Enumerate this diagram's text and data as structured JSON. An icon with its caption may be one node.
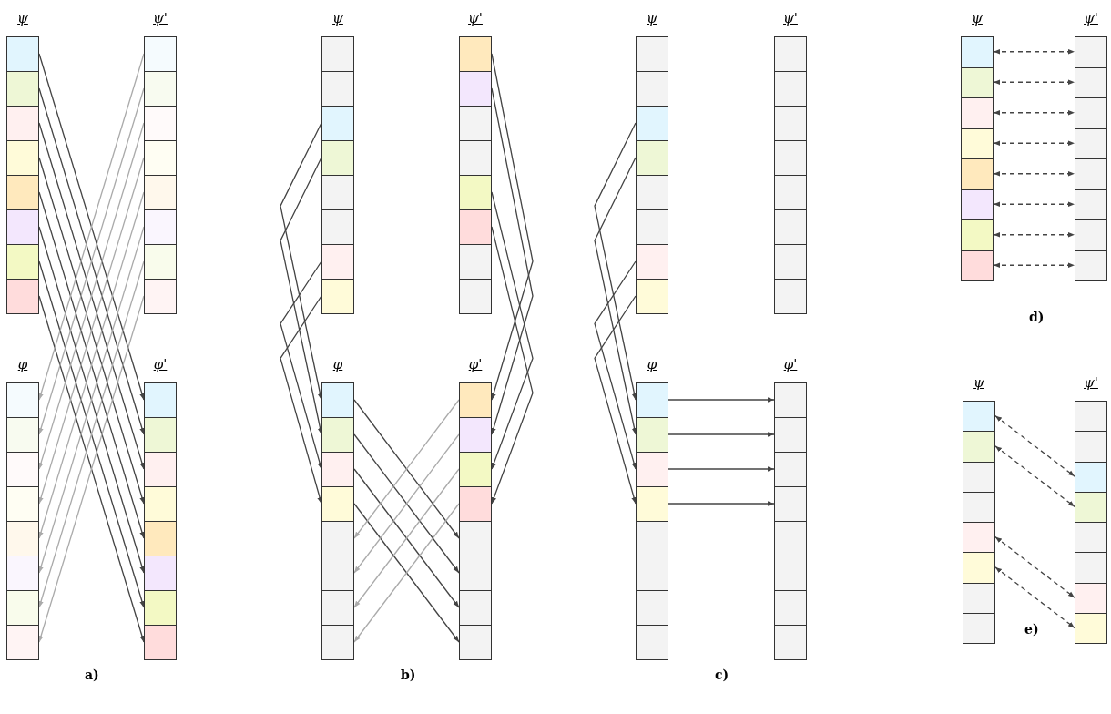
{
  "diagram": {
    "nodes": [
      {
        "text": [
          "ψ"
        ]
      },
      {
        "text": [],
        "shape": "box",
        "in": 0
      },
      {
        "text": [],
        "shape": "box",
        "in": 0
      },
      {
        "text": [],
        "shape": "box",
        "in": 0
      },
      {
        "text": [],
        "shape": "box",
        "in": 0
      },
      {
        "text": [],
        "shape": "box",
        "in": 0
      },
      {
        "text": [],
        "shape": "box",
        "in": 0
      },
      {
        "text": [],
        "shape": "box",
        "in": 0
      },
      {
        "text": [],
        "shape": "box",
        "in": 0
      },
      {
        "text": [
          "ψ'"
        ]
      },
      {
        "text": [],
        "shape": "box",
        "in": 9
      },
      {
        "text": [],
        "shape": "box",
        "in": 9
      },
      {
        "text": [],
        "shape": "box",
        "in": 9
      },
      {
        "text": [],
        "shape": "box",
        "in": 9
      },
      {
        "text": [],
        "shape": "box",
        "in": 9
      },
      {
        "text": [],
        "shape": "box",
        "in": 9
      },
      {
        "text": [],
        "shape": "box",
        "in": 9
      },
      {
        "text": [],
        "shape": "box",
        "in": 9
      },
      {
        "text": [
          "φ"
        ]
      },
      {
        "text": [],
        "shape": "box",
        "in": 18
      },
      {
        "text": [],
        "shape": "box",
        "in": 18
      },
      {
        "text": [],
        "shape": "box",
        "in": 18
      },
      {
        "text": [],
        "shape": "box",
        "in": 18
      },
      {
        "text": [],
        "shape": "box",
        "in": 18
      },
      {
        "text": [],
        "shape": "box",
        "in": 18
      },
      {
        "text": [],
        "shape": "box",
        "in": 18
      },
      {
        "text": [],
        "shape": "box",
        "in": 18
      },
      {
        "text": [
          "φ'"
        ]
      },
      {
        "text": [],
        "shape": "box",
        "in": 27
      },
      {
        "text": [],
        "shape": "box",
        "in": 27
      },
      {
        "text": [],
        "shape": "box",
        "in": 27
      },
      {
        "text": [],
        "shape": "box",
        "in": 27
      },
      {
        "text": [],
        "shape": "box",
        "in": 27
      },
      {
        "text": [],
        "shape": "box",
        "in": 27
      },
      {
        "text": [],
        "shape": "box",
        "in": 27
      },
      {
        "text": [],
        "shape": "box",
        "in": 27
      },
      {
        "text": [
          "ψ"
        ]
      },
      {
        "text": [],
        "shape": "box",
        "in": 36
      },
      {
        "text": [],
        "shape": "box",
        "in": 36
      },
      {
        "text": [],
        "shape": "box",
        "in": 36
      },
      {
        "text": [],
        "shape": "box",
        "in": 36
      },
      {
        "text": [],
        "shape": "box",
        "in": 36
      },
      {
        "text": [],
        "shape": "box",
        "in": 36
      },
      {
        "text": [],
        "shape": "box",
        "in": 36
      },
      {
        "text": [],
        "shape": "box",
        "in": 36
      },
      {
        "text": [
          "ψ'"
        ]
      },
      {
        "text": [],
        "shape": "box",
        "in": 45
      },
      {
        "text": [],
        "shape": "box",
        "in": 45
      },
      {
        "text": [],
        "shape": "box",
        "in": 45
      },
      {
        "text": [],
        "shape": "box",
        "in": 45
      },
      {
        "text": [],
        "shape": "box",
        "in": 45
      },
      {
        "text": [],
        "shape": "box",
        "in": 45
      },
      {
        "text": [],
        "shape": "box",
        "in": 45
      },
      {
        "text": [],
        "shape": "box",
        "in": 45
      },
      {
        "text": [
          "φ"
        ]
      },
      {
        "text": [],
        "shape": "box",
        "in": 54
      },
      {
        "text": [],
        "shape": "box",
        "in": 54
      },
      {
        "text": [],
        "shape": "box",
        "in": 54
      },
      {
        "text": [],
        "shape": "box",
        "in": 54
      },
      {
        "text": [],
        "shape": "box",
        "in": 54
      },
      {
        "text": [],
        "shape": "box",
        "in": 54
      },
      {
        "text": [],
        "shape": "box",
        "in": 54
      },
      {
        "text": [],
        "shape": "box",
        "in": 54
      },
      {
        "text": [
          "φ'"
        ]
      },
      {
        "text": [],
        "shape": "box",
        "in": 63
      },
      {
        "text": [],
        "shape": "box",
        "in": 63
      },
      {
        "text": [],
        "shape": "box",
        "in": 63
      },
      {
        "text": [],
        "shape": "box",
        "in": 63
      },
      {
        "text": [],
        "shape": "box",
        "in": 63
      },
      {
        "text": [],
        "shape": "box",
        "in": 63
      },
      {
        "text": [],
        "shape": "box",
        "in": 63
      },
      {
        "text": [],
        "shape": "box",
        "in": 63
      },
      {
        "text": [
          "ψ"
        ]
      },
      {
        "text": [],
        "shape": "box",
        "in": 72
      },
      {
        "text": [],
        "shape": "box",
        "in": 72
      },
      {
        "text": [],
        "shape": "box",
        "in": 72
      },
      {
        "text": [],
        "shape": "box",
        "in": 72
      },
      {
        "text": [],
        "shape": "box",
        "in": 72
      },
      {
        "text": [],
        "shape": "box",
        "in": 72
      },
      {
        "text": [],
        "shape": "box",
        "in": 72
      },
      {
        "text": [],
        "shape": "box",
        "in": 72
      },
      {
        "text": [
          "ψ'"
        ]
      },
      {
        "text": [],
        "shape": "box",
        "in": 81
      },
      {
        "text": [],
        "shape": "box",
        "in": 81
      },
      {
        "text": [],
        "shape": "box",
        "in": 81
      },
      {
        "text": [],
        "shape": "box",
        "in": 81
      },
      {
        "text": [],
        "shape": "box",
        "in": 81
      },
      {
        "text": [],
        "shape": "box",
        "in": 81
      },
      {
        "text": [],
        "shape": "box",
        "in": 81
      },
      {
        "text": [],
        "shape": "box",
        "in": 81
      },
      {
        "text": [
          "φ"
        ]
      },
      {
        "text": [],
        "shape": "box",
        "in": 90
      },
      {
        "text": [],
        "shape": "box",
        "in": 90
      },
      {
        "text": [],
        "shape": "box",
        "in": 90
      },
      {
        "text": [],
        "shape": "box",
        "in": 90
      },
      {
        "text": [],
        "shape": "box",
        "in": 90
      },
      {
        "text": [],
        "shape": "box",
        "in": 90
      },
      {
        "text": [],
        "shape": "box",
        "in": 90
      },
      {
        "text": [],
        "shape": "box",
        "in": 90
      },
      {
        "text": [
          "φ'"
        ]
      },
      {
        "text": [],
        "shape": "box",
        "in": 99
      },
      {
        "text": [],
        "shape": "box",
        "in": 99
      },
      {
        "text": [],
        "shape": "box",
        "in": 99
      },
      {
        "text": [],
        "shape": "box",
        "in": 99
      },
      {
        "text": [],
        "shape": "box",
        "in": 99
      },
      {
        "text": [],
        "shape": "box",
        "in": 99
      },
      {
        "text": [],
        "shape": "box",
        "in": 99
      },
      {
        "text": [],
        "shape": "box",
        "in": 99
      },
      {
        "text": [
          "ψ"
        ]
      },
      {
        "text": [],
        "shape": "box",
        "in": 108
      },
      {
        "text": [],
        "shape": "box",
        "in": 108
      },
      {
        "text": [],
        "shape": "box",
        "in": 108
      },
      {
        "text": [],
        "shape": "box",
        "in": 108
      },
      {
        "text": [],
        "shape": "box",
        "in": 108
      },
      {
        "text": [],
        "shape": "box",
        "in": 108
      },
      {
        "text": [],
        "shape": "box",
        "in": 108
      },
      {
        "text": [],
        "shape": "box",
        "in": 108
      },
      {
        "text": [
          "ψ'"
        ]
      },
      {
        "text": [],
        "shape": "box",
        "in": 117
      },
      {
        "text": [],
        "shape": "box",
        "in": 117
      },
      {
        "text": [],
        "shape": "box",
        "in": 117
      },
      {
        "text": [],
        "shape": "box",
        "in": 117
      },
      {
        "text": [],
        "shape": "box",
        "in": 117
      },
      {
        "text": [],
        "shape": "box",
        "in": 117
      },
      {
        "text": [],
        "shape": "box",
        "in": 117
      },
      {
        "text": [],
        "shape": "box",
        "in": 117
      },
      {
        "text": [
          "ψ"
        ]
      },
      {
        "text": [],
        "shape": "box",
        "in": 126
      },
      {
        "text": [],
        "shape": "box",
        "in": 126
      },
      {
        "text": [],
        "shape": "box",
        "in": 126
      },
      {
        "text": [],
        "shape": "box",
        "in": 126
      },
      {
        "text": [],
        "shape": "box",
        "in": 126
      },
      {
        "text": [],
        "shape": "box",
        "in": 126
      },
      {
        "text": [],
        "shape": "box",
        "in": 126
      },
      {
        "text": [],
        "shape": "box",
        "in": 126
      },
      {
        "text": [
          "ψ'"
        ]
      },
      {
        "text": [],
        "shape": "box",
        "in": 135
      },
      {
        "text": [],
        "shape": "box",
        "in": 135
      },
      {
        "text": [],
        "shape": "box",
        "in": 135
      },
      {
        "text": [],
        "shape": "box",
        "in": 135
      },
      {
        "text": [],
        "shape": "box",
        "in": 135
      },
      {
        "text": [],
        "shape": "box",
        "in": 135
      },
      {
        "text": [],
        "shape": "box",
        "in": 135
      },
      {
        "text": [],
        "shape": "box",
        "in": 135
      }
    ],
    "edges": [
      {
        "from": 1,
        "to": 28,
        "arrow": "to"
      },
      {
        "from": 2,
        "to": 29,
        "arrow": "to"
      },
      {
        "from": 3,
        "to": 30,
        "arrow": "to"
      },
      {
        "from": 4,
        "to": 31,
        "arrow": "to"
      },
      {
        "from": 5,
        "to": 32,
        "arrow": "to"
      },
      {
        "from": 6,
        "to": 33,
        "arrow": "to"
      },
      {
        "from": 7,
        "to": 34,
        "arrow": "to"
      },
      {
        "from": 8,
        "to": 35,
        "arrow": "to"
      },
      {
        "from": 10,
        "to": 19,
        "arrow": "to",
        "color": "#aaaaaa"
      },
      {
        "from": 11,
        "to": 20,
        "arrow": "to",
        "color": "#aaaaaa"
      },
      {
        "from": 12,
        "to": 21,
        "arrow": "to",
        "color": "#aaaaaa"
      },
      {
        "from": 13,
        "to": 22,
        "arrow": "to",
        "color": "#aaaaaa"
      },
      {
        "from": 14,
        "to": 23,
        "arrow": "to",
        "color": "#aaaaaa"
      },
      {
        "from": 15,
        "to": 24,
        "arrow": "to",
        "color": "#aaaaaa"
      },
      {
        "from": 16,
        "to": 25,
        "arrow": "to",
        "color": "#aaaaaa"
      },
      {
        "from": 17,
        "to": 26,
        "arrow": "to",
        "color": "#aaaaaa"
      },
      {
        "from": 39,
        "to": 55,
        "arrow": "to"
      },
      {
        "from": 40,
        "to": 56,
        "arrow": "to"
      },
      {
        "from": 43,
        "to": 57,
        "arrow": "to"
      },
      {
        "from": 44,
        "to": 58,
        "arrow": "to"
      },
      {
        "from": 46,
        "to": 64,
        "arrow": "to"
      },
      {
        "from": 47,
        "to": 65,
        "arrow": "to"
      },
      {
        "from": 50,
        "to": 66,
        "arrow": "to"
      },
      {
        "from": 51,
        "to": 67,
        "arrow": "to"
      },
      {
        "from": 55,
        "to": 68,
        "arrow": "to"
      },
      {
        "from": 56,
        "to": 69,
        "arrow": "to"
      },
      {
        "from": 57,
        "to": 70,
        "arrow": "to"
      },
      {
        "from": 58,
        "to": 71,
        "arrow": "to"
      },
      {
        "from": 64,
        "to": 59,
        "arrow": "to",
        "color": "#aaaaaa"
      },
      {
        "from": 65,
        "to": 60,
        "arrow": "to",
        "color": "#aaaaaa"
      },
      {
        "from": 66,
        "to": 61,
        "arrow": "to",
        "color": "#aaaaaa"
      },
      {
        "from": 67,
        "to": 62,
        "arrow": "to",
        "color": "#aaaaaa"
      },
      {
        "from": 75,
        "to": 91,
        "arrow": "to"
      },
      {
        "from": 76,
        "to": 92,
        "arrow": "to"
      },
      {
        "from": 79,
        "to": 93,
        "arrow": "to"
      },
      {
        "from": 80,
        "to": 94,
        "arrow": "to"
      },
      {
        "from": 91,
        "to": 100,
        "arrow": "to"
      },
      {
        "from": 92,
        "to": 101,
        "arrow": "to"
      },
      {
        "from": 93,
        "to": 102,
        "arrow": "to"
      },
      {
        "from": 94,
        "to": 103,
        "arrow": "to"
      },
      {
        "from": 109,
        "to": 118,
        "arrow": "both",
        "style": "dashed"
      },
      {
        "from": 110,
        "to": 119,
        "arrow": "both",
        "style": "dashed"
      },
      {
        "from": 111,
        "to": 120,
        "arrow": "both",
        "style": "dashed"
      },
      {
        "from": 112,
        "to": 121,
        "arrow": "both",
        "style": "dashed"
      },
      {
        "from": 113,
        "to": 122,
        "arrow": "both",
        "style": "dashed"
      },
      {
        "from": 114,
        "to": 123,
        "arrow": "both",
        "style": "dashed"
      },
      {
        "from": 115,
        "to": 124,
        "arrow": "both",
        "style": "dashed"
      },
      {
        "from": 116,
        "to": 125,
        "arrow": "both",
        "style": "dashed"
      },
      {
        "from": 127,
        "to": 138,
        "arrow": "both",
        "style": "dashed"
      },
      {
        "from": 128,
        "to": 139,
        "arrow": "both",
        "style": "dashed"
      },
      {
        "from": 131,
        "to": 142,
        "arrow": "both",
        "style": "dashed"
      },
      {
        "from": 132,
        "to": 143,
        "arrow": "both",
        "style": "dashed"
      }
    ],
    "labels": [
      "a)",
      "b)",
      "c)",
      "d)",
      "e)"
    ]
  }
}
